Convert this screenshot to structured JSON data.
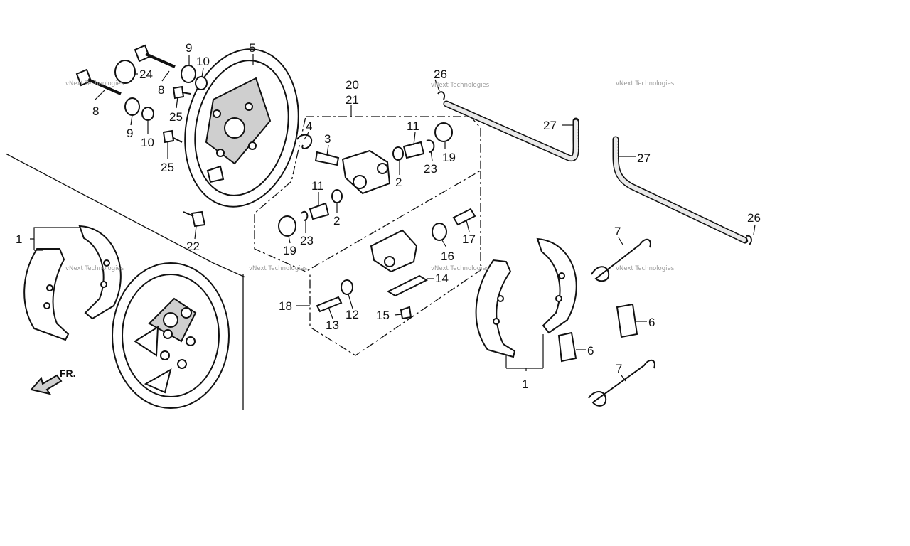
{
  "diagram": {
    "callouts": [
      {
        "id": "c1a",
        "text": "1"
      },
      {
        "id": "c1b",
        "text": "1"
      },
      {
        "id": "c2a",
        "text": "2"
      },
      {
        "id": "c2b",
        "text": "2"
      },
      {
        "id": "c3",
        "text": "3"
      },
      {
        "id": "c4",
        "text": "4"
      },
      {
        "id": "c5",
        "text": "5"
      },
      {
        "id": "c6a",
        "text": "6"
      },
      {
        "id": "c6b",
        "text": "6"
      },
      {
        "id": "c7a",
        "text": "7"
      },
      {
        "id": "c7b",
        "text": "7"
      },
      {
        "id": "c8a",
        "text": "8"
      },
      {
        "id": "c8b",
        "text": "8"
      },
      {
        "id": "c9a",
        "text": "9"
      },
      {
        "id": "c9b",
        "text": "9"
      },
      {
        "id": "c10a",
        "text": "10"
      },
      {
        "id": "c10b",
        "text": "10"
      },
      {
        "id": "c11a",
        "text": "11"
      },
      {
        "id": "c11b",
        "text": "11"
      },
      {
        "id": "c12",
        "text": "12"
      },
      {
        "id": "c13",
        "text": "13"
      },
      {
        "id": "c14",
        "text": "14"
      },
      {
        "id": "c15",
        "text": "15"
      },
      {
        "id": "c16",
        "text": "16"
      },
      {
        "id": "c17",
        "text": "17"
      },
      {
        "id": "c18",
        "text": "18"
      },
      {
        "id": "c19a",
        "text": "19"
      },
      {
        "id": "c19b",
        "text": "19"
      },
      {
        "id": "c20",
        "text": "20"
      },
      {
        "id": "c21",
        "text": "21"
      },
      {
        "id": "c22",
        "text": "22"
      },
      {
        "id": "c23a",
        "text": "23"
      },
      {
        "id": "c23b",
        "text": "23"
      },
      {
        "id": "c24",
        "text": "24"
      },
      {
        "id": "c25a",
        "text": "25"
      },
      {
        "id": "c25b",
        "text": "25"
      },
      {
        "id": "c26a",
        "text": "26"
      },
      {
        "id": "c26b",
        "text": "26"
      },
      {
        "id": "c27a",
        "text": "27"
      },
      {
        "id": "c27b",
        "text": "27"
      }
    ],
    "front_label": "FR.",
    "watermark": "vNext Technologies"
  }
}
